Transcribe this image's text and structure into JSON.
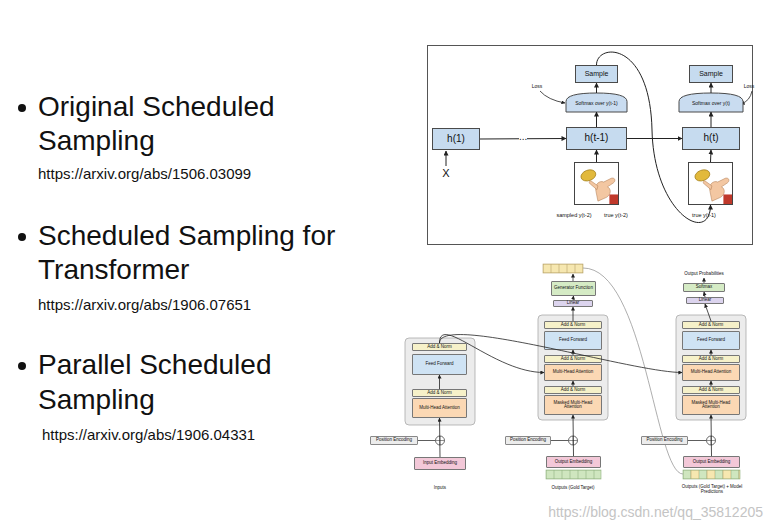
{
  "diagram": {
    "nodes": [
      {
        "text": [
          "h(1)"
        ]
      },
      {
        "text": [
          "h(t-1)"
        ]
      },
      {
        "text": [
          "h(t)"
        ]
      },
      {
        "text": [
          "Softmax over y(t-1)"
        ]
      },
      {
        "text": [
          "Sample"
        ]
      },
      {
        "text": [
          "Softmax over y(t)"
        ]
      },
      {
        "text": [
          "Sample"
        ]
      },
      {
        "text": [
          "sampled y(t-2)",
          "true y(t-2)"
        ]
      },
      {
        "text": [
          "true y(t-1)"
        ]
      },
      {
        "text": [
          "Add & Norm"
        ]
      },
      {
        "text": [
          "Feed Forward"
        ]
      },
      {
        "text": [
          "Add & Norm"
        ]
      },
      {
        "text": [
          "Multi-Head Attention"
        ]
      },
      {
        "text": [
          "Position Encoding"
        ]
      },
      {
        "text": [
          "Input Embedding"
        ]
      },
      {
        "text": [
          "Generator Function"
        ]
      },
      {
        "text": [
          "Linear"
        ]
      },
      {
        "text": [
          "Add & Norm"
        ]
      },
      {
        "text": [
          "Feed Forward"
        ]
      },
      {
        "text": [
          "Add & Norm"
        ]
      },
      {
        "text": [
          "Multi-Head Attention"
        ]
      },
      {
        "text": [
          "Add & Norm"
        ]
      },
      {
        "text": [
          "Masked Multi-Head Attention"
        ]
      },
      {
        "text": [
          "Position Encoding"
        ]
      },
      {
        "text": [
          "Output Embedding"
        ]
      },
      {
        "text": [
          "Softmax"
        ]
      },
      {
        "text": [
          "Linear"
        ]
      },
      {
        "text": [
          "Add & Norm"
        ]
      },
      {
        "text": [
          "Feed Forward"
        ]
      },
      {
        "text": [
          "Add & Norm"
        ]
      },
      {
        "text": [
          "Multi-Head Attention"
        ]
      },
      {
        "text": [
          "Add & Norm"
        ]
      },
      {
        "text": [
          "Masked Multi-Head Attention"
        ]
      },
      {
        "text": [
          "Position Encoding"
        ]
      },
      {
        "text": [
          "Output Embedding"
        ]
      }
    ],
    "edges": [
      {
        "from": 0,
        "to": 1,
        "arrow": "to",
        "label": "..."
      },
      {
        "from": 1,
        "to": 2,
        "arrow": "to"
      },
      {
        "from": 1,
        "to": 3,
        "arrow": "to"
      },
      {
        "from": 3,
        "to": 4,
        "arrow": "to"
      },
      {
        "from": 2,
        "to": 5,
        "arrow": "to"
      },
      {
        "from": 5,
        "to": 6,
        "arrow": "to"
      },
      {
        "from": 7,
        "to": 1,
        "arrow": "to"
      },
      {
        "from": 8,
        "to": 2,
        "arrow": "to"
      },
      {
        "from": 4,
        "to": 8,
        "arrow": "to"
      },
      {
        "from": 14,
        "to": 12,
        "arrow": "to"
      },
      {
        "from": 11,
        "to": 10,
        "arrow": "to"
      },
      {
        "from": 9,
        "to": 20,
        "arrow": "to"
      },
      {
        "from": 9,
        "to": 30,
        "arrow": "to"
      },
      {
        "from": 24,
        "to": 22,
        "arrow": "to"
      },
      {
        "from": 21,
        "to": 20,
        "arrow": "to"
      },
      {
        "from": 19,
        "to": 18,
        "arrow": "to"
      },
      {
        "from": 17,
        "to": 16,
        "arrow": "to"
      },
      {
        "from": 16,
        "to": 15,
        "arrow": "to"
      },
      {
        "from": 34,
        "to": 32,
        "arrow": "to"
      },
      {
        "from": 31,
        "to": 30,
        "arrow": "to"
      },
      {
        "from": 29,
        "to": 28,
        "arrow": "to"
      },
      {
        "from": 27,
        "to": 26,
        "arrow": "to"
      },
      {
        "from": 26,
        "to": 25,
        "arrow": "to"
      }
    ],
    "labels": [
      "Original Scheduled Sampling",
      "https://arxiv.org/abs/1506.03099",
      "Scheduled Sampling for Transformer",
      "https://arxiv.org/abs/1906.07651",
      "Parallel Scheduled Sampling",
      "https://arxiv.org/abs/1906.04331",
      "X",
      "Loss",
      "Loss",
      "Output Probabilities",
      "Inputs",
      "Outputs (Gold Target)",
      "Outputs (Gold Target) + Model Predictions",
      "https://blog.csdn.net/qq_35812205"
    ]
  }
}
